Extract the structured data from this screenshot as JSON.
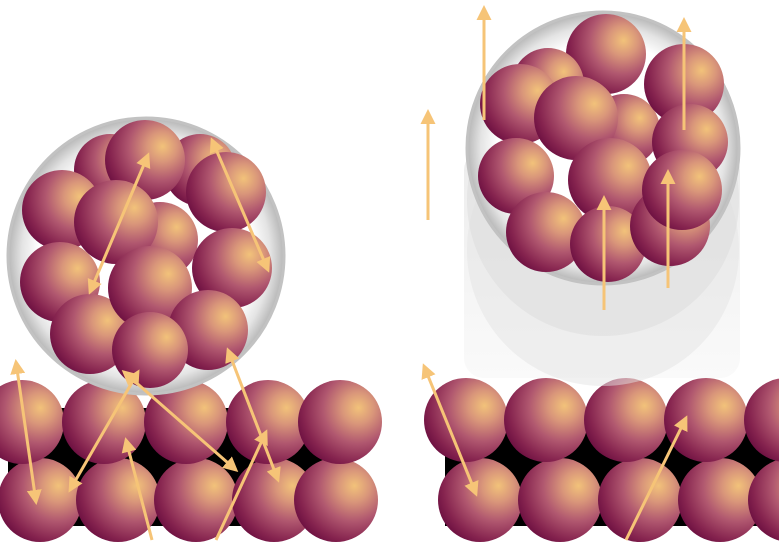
{
  "figure": {
    "panels": [
      {
        "name": "left-panel"
      },
      {
        "name": "right-panel"
      }
    ]
  },
  "colors": {
    "atom_highlight": "#f2c27a",
    "atom_mid": "#b0576f",
    "atom_edge": "#6e1142",
    "arrow": "#f6c477",
    "container": "#cfcfcf",
    "gap": "#000000"
  },
  "icons": {
    "atom": "sphere",
    "arrow": "arrow-icon",
    "container": "spherical-cluster-shell"
  }
}
